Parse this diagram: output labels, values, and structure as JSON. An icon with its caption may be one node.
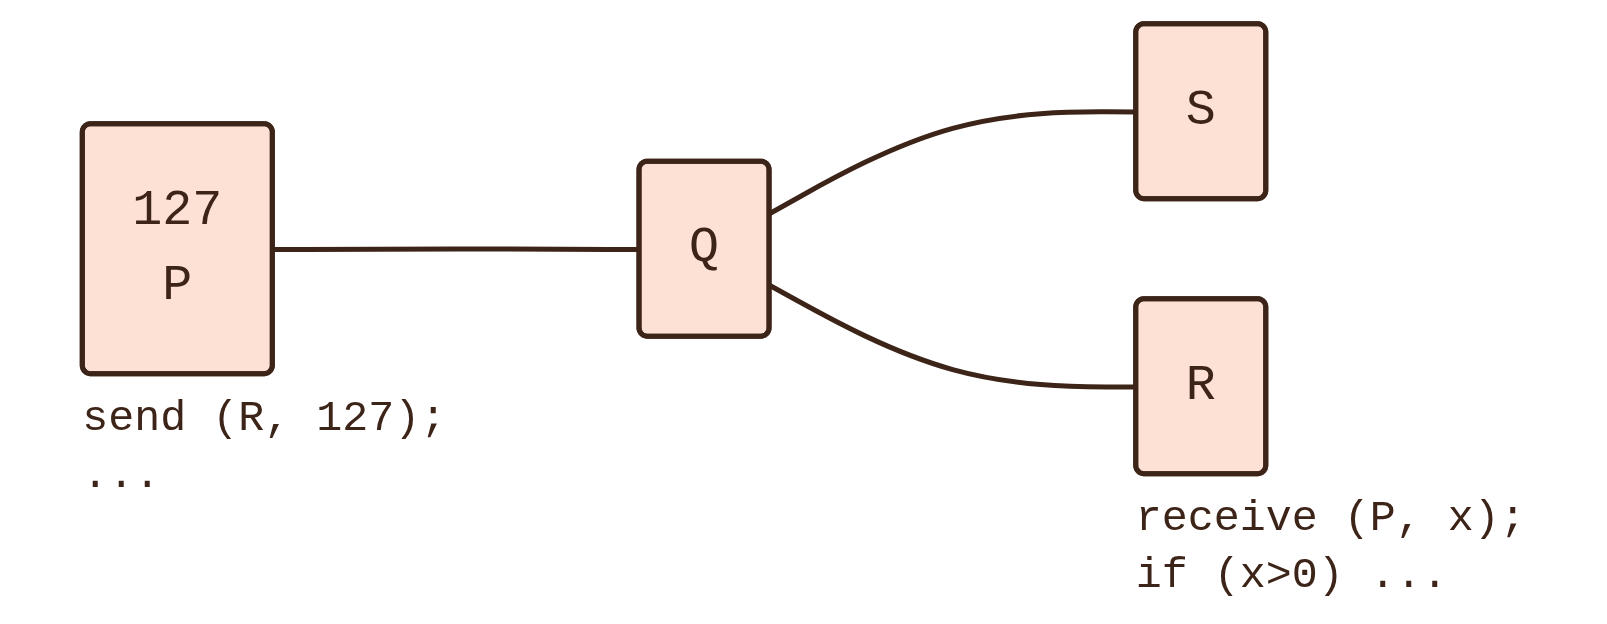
{
  "diagram": {
    "nodes": [
      {
        "text": [
          "127",
          "P"
        ],
        "beside": [
          "send (R, 127);",
          "..."
        ]
      },
      {
        "text": [
          "Q"
        ]
      },
      {
        "text": [
          "S"
        ]
      },
      {
        "text": [
          "R"
        ],
        "beside": [
          "receive (P, x);",
          "if (x>0) ..."
        ]
      }
    ],
    "edges": [
      {
        "from": 0,
        "to": 1,
        "arrow": "none"
      },
      {
        "from": 1,
        "to": 2,
        "arrow": "none"
      },
      {
        "from": 1,
        "to": 3,
        "arrow": "none"
      }
    ]
  }
}
